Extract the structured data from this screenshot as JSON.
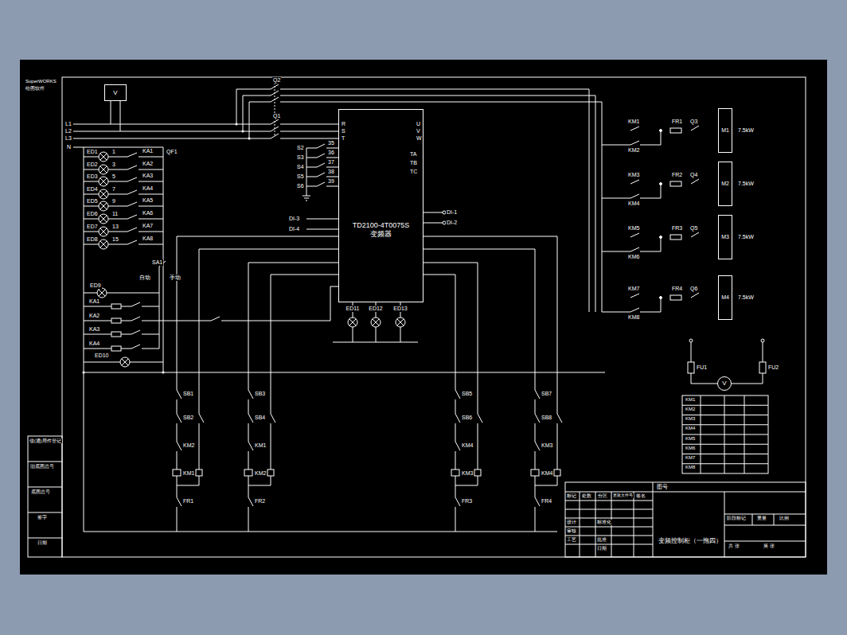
{
  "diagram": {
    "nodes": [
      {
        "text": [
          "V"
        ]
      },
      {
        "text": [
          "TD2100-4T0075S",
          "变频器"
        ]
      },
      {
        "text": [
          "M1"
        ]
      },
      {
        "text": [
          "M2"
        ]
      },
      {
        "text": [
          "M3"
        ]
      },
      {
        "text": [
          "M4"
        ]
      },
      {
        "text": [
          "V"
        ]
      }
    ],
    "edges": [
      {
        "from": 1,
        "to": 2,
        "arrow": "none"
      },
      {
        "from": 1,
        "to": 3,
        "arrow": "none"
      },
      {
        "from": 1,
        "to": 4,
        "arrow": "none"
      },
      {
        "from": 1,
        "to": 5,
        "arrow": "none"
      }
    ],
    "labels": [
      "SuperWORKS",
      "绘图软件",
      "L1",
      "L2",
      "L3",
      "N",
      "Q2",
      "Q1",
      "QF1",
      "ED1",
      "ED2",
      "ED3",
      "ED4",
      "ED5",
      "ED6",
      "ED7",
      "ED8",
      "1",
      "3",
      "5",
      "7",
      "9",
      "11",
      "13",
      "15",
      "KA1",
      "KA2",
      "KA3",
      "KA4",
      "KA5",
      "KA6",
      "KA7",
      "KA8",
      "SA1",
      "自动",
      "手动",
      "ED9",
      "ED10",
      "KA1",
      "KA2",
      "KA3",
      "KA4",
      "R",
      "S",
      "T",
      "U",
      "V",
      "W",
      "S2",
      "S3",
      "S4",
      "S5",
      "S6",
      "35",
      "36",
      "37",
      "38",
      "39",
      "DI-3",
      "DI-4",
      "DI-1",
      "DI-2",
      "TA",
      "TB",
      "TC",
      "ED11",
      "ED12",
      "ED13",
      "KM1",
      "KM2",
      "FR1",
      "Q3",
      "7.5kW",
      "KM3",
      "KM4",
      "FR2",
      "Q4",
      "7.5kW",
      "KM5",
      "KM6",
      "FR3",
      "Q5",
      "7.5kW",
      "KM7",
      "KM8",
      "FR4",
      "Q6",
      "7.5kW",
      "SB1",
      "SB2",
      "KM2",
      "KM1",
      "FR1",
      "SB3",
      "SB4",
      "KM1",
      "KM2",
      "FR2",
      "SB5",
      "SB6",
      "KM4",
      "KM3",
      "FR3",
      "SB7",
      "SB8",
      "KM3",
      "KM4",
      "FR4",
      "KM1",
      "KM2",
      "KM3",
      "KM4",
      "KM5",
      "KM6",
      "KM7",
      "KM8",
      "图号",
      "变频控制柜（一拖四）",
      "标记",
      "处数",
      "分区",
      "更改文件号",
      "签名",
      "设计",
      "标准化",
      "审核",
      "工艺",
      "批准",
      "日期",
      "阶段标记",
      "重量",
      "比例",
      "共 张",
      "第 张",
      "借(通)用件登记",
      "旧底图总号",
      "底图总号",
      "签字",
      "日期",
      "FU1",
      "FU2"
    ]
  }
}
